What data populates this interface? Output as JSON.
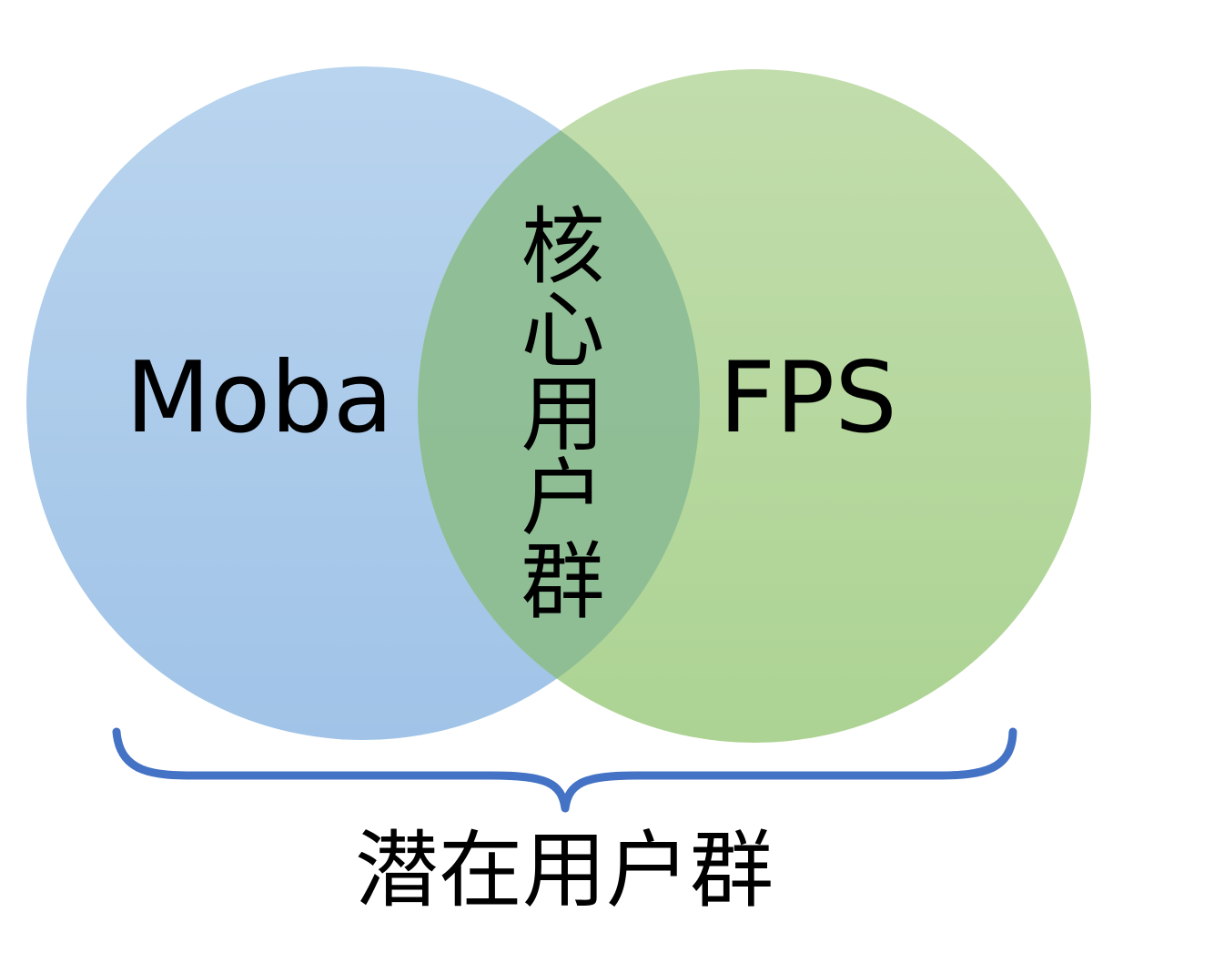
{
  "venn": {
    "left_set": {
      "label": "Moba",
      "color": "#a4c7e9"
    },
    "right_set": {
      "label": "FPS",
      "color": "#b4d99c"
    },
    "overlap": {
      "label": "核心用户群",
      "color": "#8dbd95"
    },
    "brace": {
      "label": "潜在用户群",
      "color": "#4472c4"
    }
  }
}
